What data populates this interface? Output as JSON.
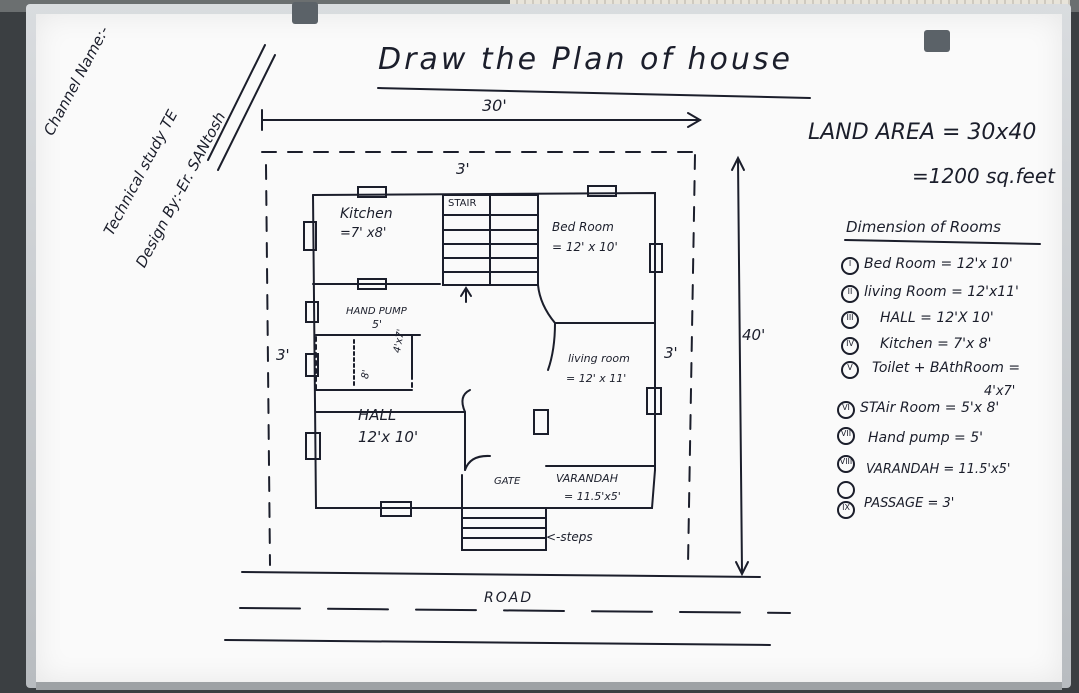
{
  "title": "Draw the Plan of house",
  "channel": {
    "line1": "Channel Name:-",
    "line2": "Technical study TE",
    "line3": "Design By:-Er. SANtosh"
  },
  "land": {
    "area_line1": "LAND AREA = 30x40",
    "area_line2": "=1200 sq.feet"
  },
  "dimensions_label_width": "30'",
  "dimensions_label_depth": "40'",
  "passage_labels": {
    "top": "3'",
    "left": "3'",
    "right": "3'"
  },
  "rooms": {
    "kitchen_name": "Kitchen",
    "kitchen_size": "=7' x8'",
    "stair_name": "STAIR",
    "bedroom_name": "Bed Room",
    "bedroom_size": "= 12' x 10'",
    "handpump_name": "HAND PUMP",
    "handpump_size": "5'",
    "toilet_size": "4'x7'",
    "toilet_width": "8'",
    "living_name": "living room",
    "living_size": "= 12' x 11'",
    "hall_name": "HALL",
    "hall_size": "12'x 10'",
    "gate": "GATE",
    "varandah_name": "VARANDAH",
    "varandah_size": "= 11.5'x5'",
    "steps": "<-steps",
    "road": "ROAD"
  },
  "legend": {
    "heading": "Dimension of Rooms",
    "items": [
      {
        "num": "I",
        "text": "Bed Room = 12'x 10'"
      },
      {
        "num": "II",
        "text": "living Room = 12'x11'"
      },
      {
        "num": "III",
        "text": "HALL = 12'X 10'"
      },
      {
        "num": "IV",
        "text": "Kitchen = 7'x 8'"
      },
      {
        "num": "V",
        "text": "Toilet + BAthRoom ="
      },
      {
        "num": "",
        "text": "4'x7'"
      },
      {
        "num": "VI",
        "text": "STAir Room = 5'x 8'"
      },
      {
        "num": "VII",
        "text": "Hand pump = 5'"
      },
      {
        "num": "VIII",
        "text": "VARANDAH = 11.5'x5'"
      },
      {
        "num": "IX",
        "text": "PASSAGE = 3'"
      }
    ]
  },
  "colors": {
    "ink": "#1b1e2b",
    "board": "#fafafa",
    "frame": "#c4c8cc"
  }
}
